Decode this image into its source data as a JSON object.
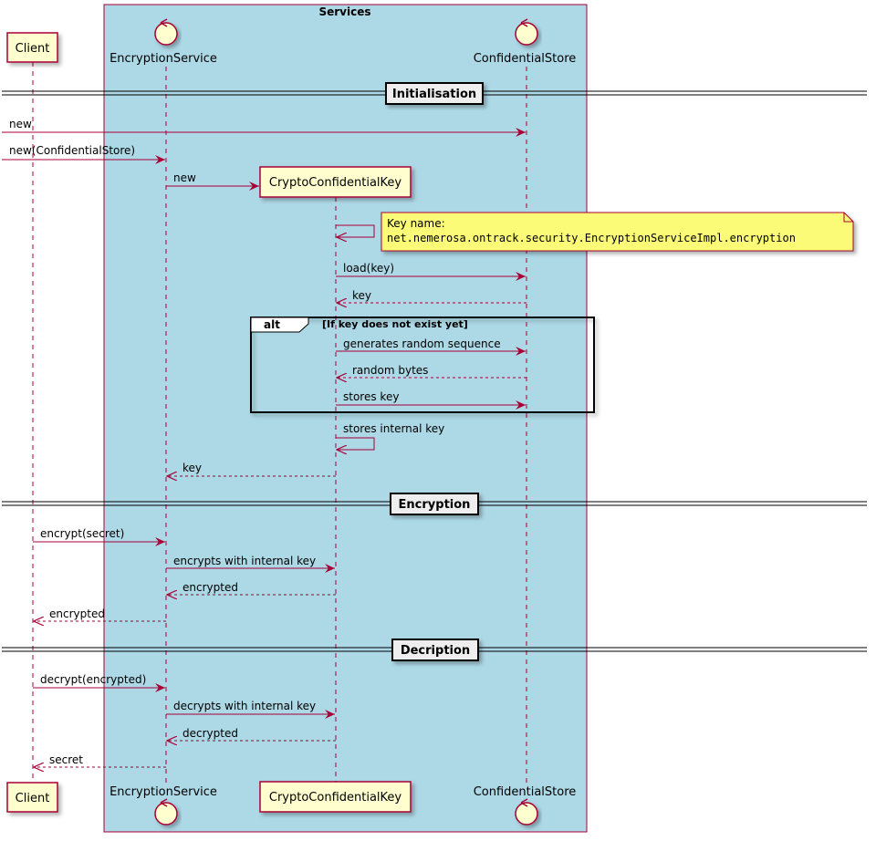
{
  "colors": {
    "lifeline": "#A80036",
    "participant_fill": "#FEFECE",
    "box_fill": "#ADD8E6",
    "note_fill": "#FBFB77",
    "divider_fill": "#EEEEEE",
    "frame_fill": "#ffffff",
    "text": "#000000"
  },
  "box": {
    "title": "Services"
  },
  "participants": {
    "client": "Client",
    "encryption_service": "EncryptionService",
    "crypto_key": "CryptoConfidentialKey",
    "confidential_store": "ConfidentialStore"
  },
  "dividers": {
    "initialisation": "Initialisation",
    "encryption": "Encryption",
    "decription": "Decription"
  },
  "messages": {
    "m1": "new",
    "m2": "new(ConfidentialStore)",
    "m3": "new",
    "m4": "load(key)",
    "m5": "key",
    "m6": "generates random sequence",
    "m7": "random bytes",
    "m8": "stores key",
    "m9": "stores internal key",
    "m10": "key",
    "m11": "encrypt(secret)",
    "m12": "encrypts with internal key",
    "m13": "encrypted",
    "m14": "encrypted",
    "m15": "decrypt(encrypted)",
    "m16": "decrypts with internal key",
    "m17": "decrypted",
    "m18": "secret"
  },
  "note": {
    "line1": "Key name:",
    "line2": "net.nemerosa.ontrack.security.EncryptionServiceImpl.encryption"
  },
  "alt": {
    "keyword": "alt",
    "condition": "[If key does not exist yet]"
  }
}
